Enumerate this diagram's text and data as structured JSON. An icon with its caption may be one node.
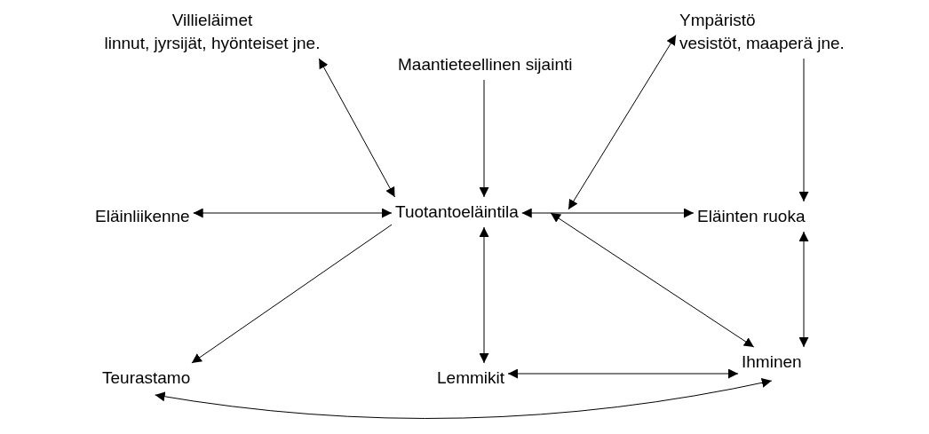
{
  "diagram": {
    "nodes": [
      {
        "text": [
          "Villieläimet",
          "linnut, jyrsijät, hyönteiset jne."
        ]
      },
      {
        "text": [
          "Maantieteellinen sijainti"
        ]
      },
      {
        "text": [
          "Ympäristö",
          "vesistöt, maaperä jne."
        ]
      },
      {
        "text": [
          "Eläinliikenne"
        ]
      },
      {
        "text": [
          "Tuotantoeläintila"
        ]
      },
      {
        "text": [
          "Eläinten ruoka"
        ]
      },
      {
        "text": [
          "Teurastamo"
        ]
      },
      {
        "text": [
          "Lemmikit"
        ]
      },
      {
        "text": [
          "Ihminen"
        ]
      }
    ],
    "edges": [
      {
        "from": 0,
        "to": 4,
        "arrow": "both"
      },
      {
        "from": 1,
        "to": 4,
        "arrow": "to"
      },
      {
        "from": 4,
        "to": 2,
        "arrow": "both"
      },
      {
        "from": 2,
        "to": 5,
        "arrow": "to"
      },
      {
        "from": 3,
        "to": 4,
        "arrow": "both"
      },
      {
        "from": 4,
        "to": 5,
        "arrow": "both"
      },
      {
        "from": 4,
        "to": 6,
        "arrow": "to"
      },
      {
        "from": 4,
        "to": 7,
        "arrow": "both"
      },
      {
        "from": 4,
        "to": 8,
        "arrow": "both"
      },
      {
        "from": 5,
        "to": 8,
        "arrow": "both"
      },
      {
        "from": 7,
        "to": 8,
        "arrow": "both"
      },
      {
        "from": 6,
        "to": 8,
        "arrow": "both"
      }
    ]
  }
}
